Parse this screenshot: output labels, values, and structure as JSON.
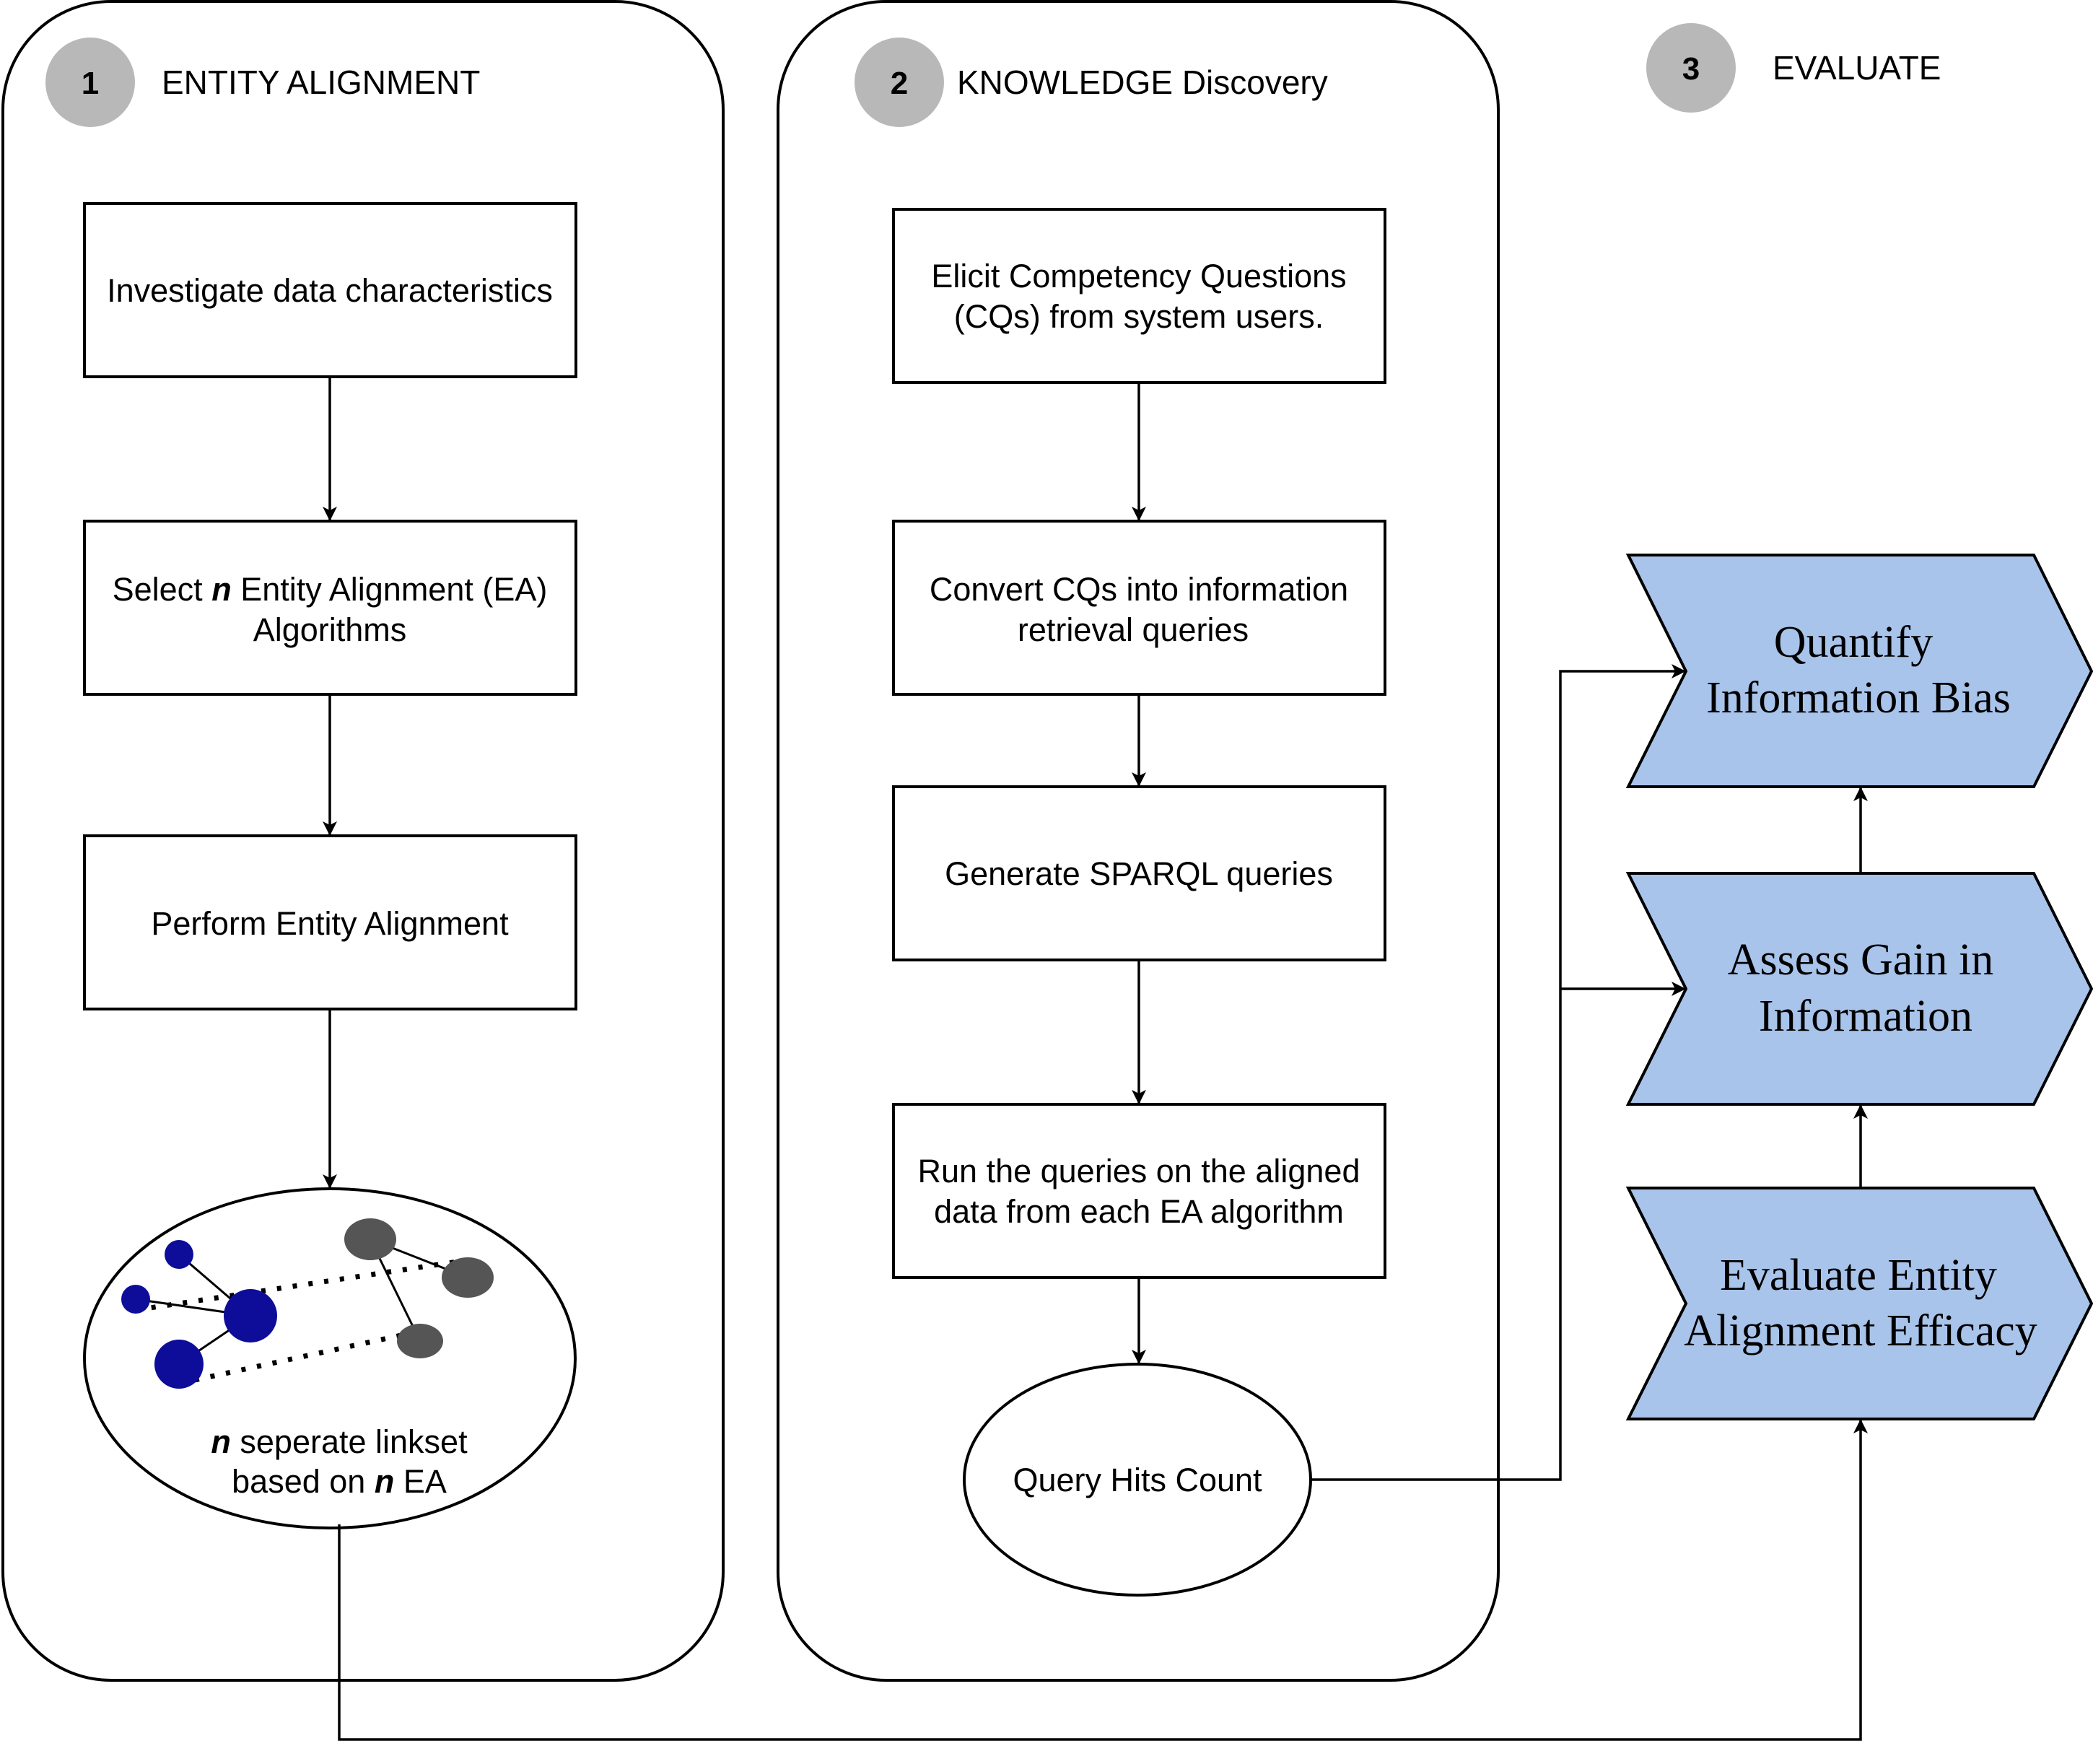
{
  "colors": {
    "step_circle": "#b8b8b8",
    "chevron_fill": "#a9c4eb",
    "node_blue": "#0d0d9a",
    "node_gray": "#555555"
  },
  "sections": [
    {
      "number": "1",
      "title": "ENTITY ALIGNMENT"
    },
    {
      "number": "2",
      "title": "KNOWLEDGE Discovery"
    },
    {
      "number": "3",
      "title": "EVALUATE"
    }
  ],
  "entity_alignment": {
    "investigate": "Investigate data characteristics",
    "select_pre": "Select ",
    "select_n": "n",
    "select_post": " Entity Alignment (EA)",
    "select_line2": "Algorithms",
    "perform": "Perform Entity Alignment",
    "linkset_n": "n",
    "linkset_line1": " seperate linkset",
    "linkset_line2_pre": "based on ",
    "linkset_line2_n": "n",
    "linkset_line2_post": " EA"
  },
  "knowledge_discovery": {
    "elicit_line1": "Elicit Competency Questions",
    "elicit_line2": "(CQs) from system users.",
    "convert_line1": "Convert CQs into information",
    "convert_line2": "retrieval queries",
    "generate": "Generate SPARQL queries",
    "run_line1": "Run the queries on the aligned",
    "run_line2": "data from each EA algorithm",
    "hits": "Query Hits Count"
  },
  "evaluate": {
    "quantify_line1": "Quantify",
    "quantify_line2": "Information Bias",
    "assess_line1": "Assess Gain in",
    "assess_line2": "Information",
    "efficacy_line1": "Evaluate Entity",
    "efficacy_line2": "Alignment Efficacy"
  }
}
